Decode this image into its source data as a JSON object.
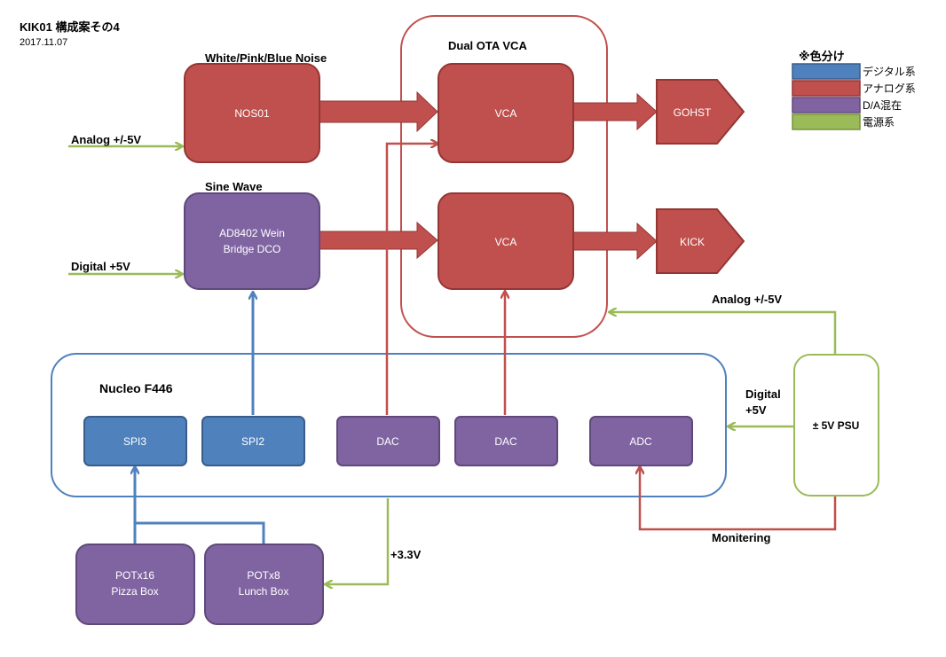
{
  "header": {
    "title": "KIK01 構成案その4",
    "date": "2017.11.07"
  },
  "legend": {
    "title": "※色分け",
    "items": [
      {
        "label": "デジタル系",
        "color": "#4F81BD"
      },
      {
        "label": "アナログ系",
        "color": "#C0504D"
      },
      {
        "label": "D/A混在",
        "color": "#8064A2"
      },
      {
        "label": "電源系",
        "color": "#9BBB59"
      }
    ]
  },
  "colors": {
    "digital": "#4F81BD",
    "analog": "#C0504D",
    "mixed": "#8064A2",
    "power": "#9BBB59"
  },
  "labels": {
    "noise_title": "White/Pink/Blue Noise",
    "sine_title": "Sine Wave",
    "vca_group_title": "Dual OTA VCA",
    "nucleo_title": "Nucleo F446",
    "analog_in": "Analog +/-5V",
    "digital_in": "Digital +5V",
    "psu_analog": "Analog +/-5V",
    "psu_digital_line1": "Digital",
    "psu_digital_line2": "+5V",
    "v33": "+3.3V",
    "monitoring": "Monitering"
  },
  "blocks": {
    "nos01": "NOS01",
    "dco_line1": "AD8402 Wein",
    "dco_line2": "Bridge DCO",
    "vca1": "VCA",
    "vca2": "VCA",
    "gohst": "GOHST",
    "kick": "KICK",
    "spi3": "SPI3",
    "spi2": "SPI2",
    "dac1": "DAC",
    "dac2": "DAC",
    "adc": "ADC",
    "psu": "± 5V PSU",
    "pot16_line1": "POTx16",
    "pot16_line2": "Pizza Box",
    "pot8_line1": "POTx8",
    "pot8_line2": "Lunch Box"
  }
}
